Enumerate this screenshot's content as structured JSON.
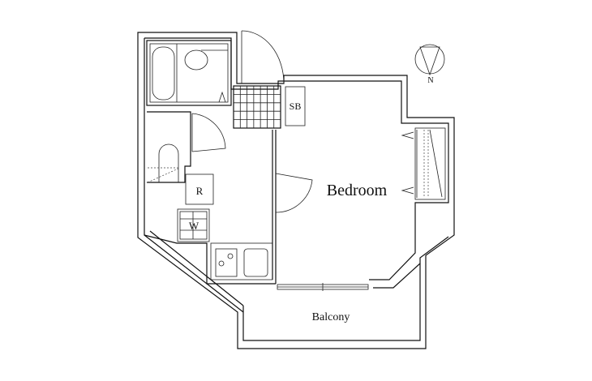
{
  "plan": {
    "rooms": {
      "bedroom": "Bedroom",
      "balcony": "Balcony",
      "shoe_box": "SB",
      "refrigerator": "R",
      "washer": "W"
    },
    "compass": {
      "north_label": "N"
    },
    "colors": {
      "line": "#111111",
      "background": "#ffffff"
    }
  }
}
